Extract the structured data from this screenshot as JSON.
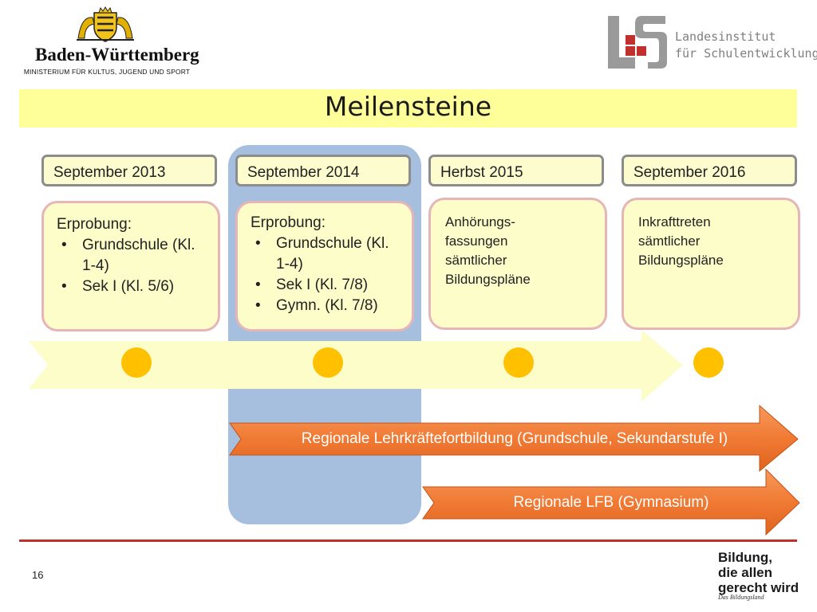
{
  "header": {
    "state_name": "Baden-Württemberg",
    "ministry": "MINISTERIUM FÜR KULTUS, JUGEND UND SPORT",
    "institute_line1": "Landesinstitut",
    "institute_line2": "für Schulentwicklung"
  },
  "title": "Meilensteine",
  "milestones": [
    {
      "date": "September 2013",
      "heading": "Erprobung:",
      "items": [
        "Grundschule (Kl. 1-4)",
        "Sek I (Kl. 5/6)"
      ]
    },
    {
      "date": "September 2014",
      "heading": "Erprobung:",
      "items": [
        "Grundschule (Kl. 1-4)",
        "Sek I (Kl. 7/8)",
        "Gymn. (Kl. 7/8)"
      ]
    },
    {
      "date": "Herbst 2015",
      "text": [
        "Anhörungs-",
        "fassungen",
        "sämtlicher",
        "Bildungspläne"
      ]
    },
    {
      "date": "September 2016",
      "text": [
        "Inkrafttreten",
        "sämtlicher",
        "Bildungspläne"
      ]
    }
  ],
  "arrows": {
    "fortbildung": "Regionale Lehrkräftefortbildung (Grundschule, Sekundarstufe I)",
    "lfb": "Regionale LFB (Gymnasium)"
  },
  "footer": {
    "page_number": "16",
    "slogan_line1": "Bildung,",
    "slogan_line2": "die allen",
    "slogan_line3": "gerecht wird",
    "slogan_sub": "Das Bildungsland"
  },
  "colors": {
    "title_band": "#ffff99",
    "highlight": "#a7bfde",
    "milestone_dot": "#ffc000",
    "orange_arrow": "#f0752d",
    "footer_rule": "#c0312d"
  }
}
